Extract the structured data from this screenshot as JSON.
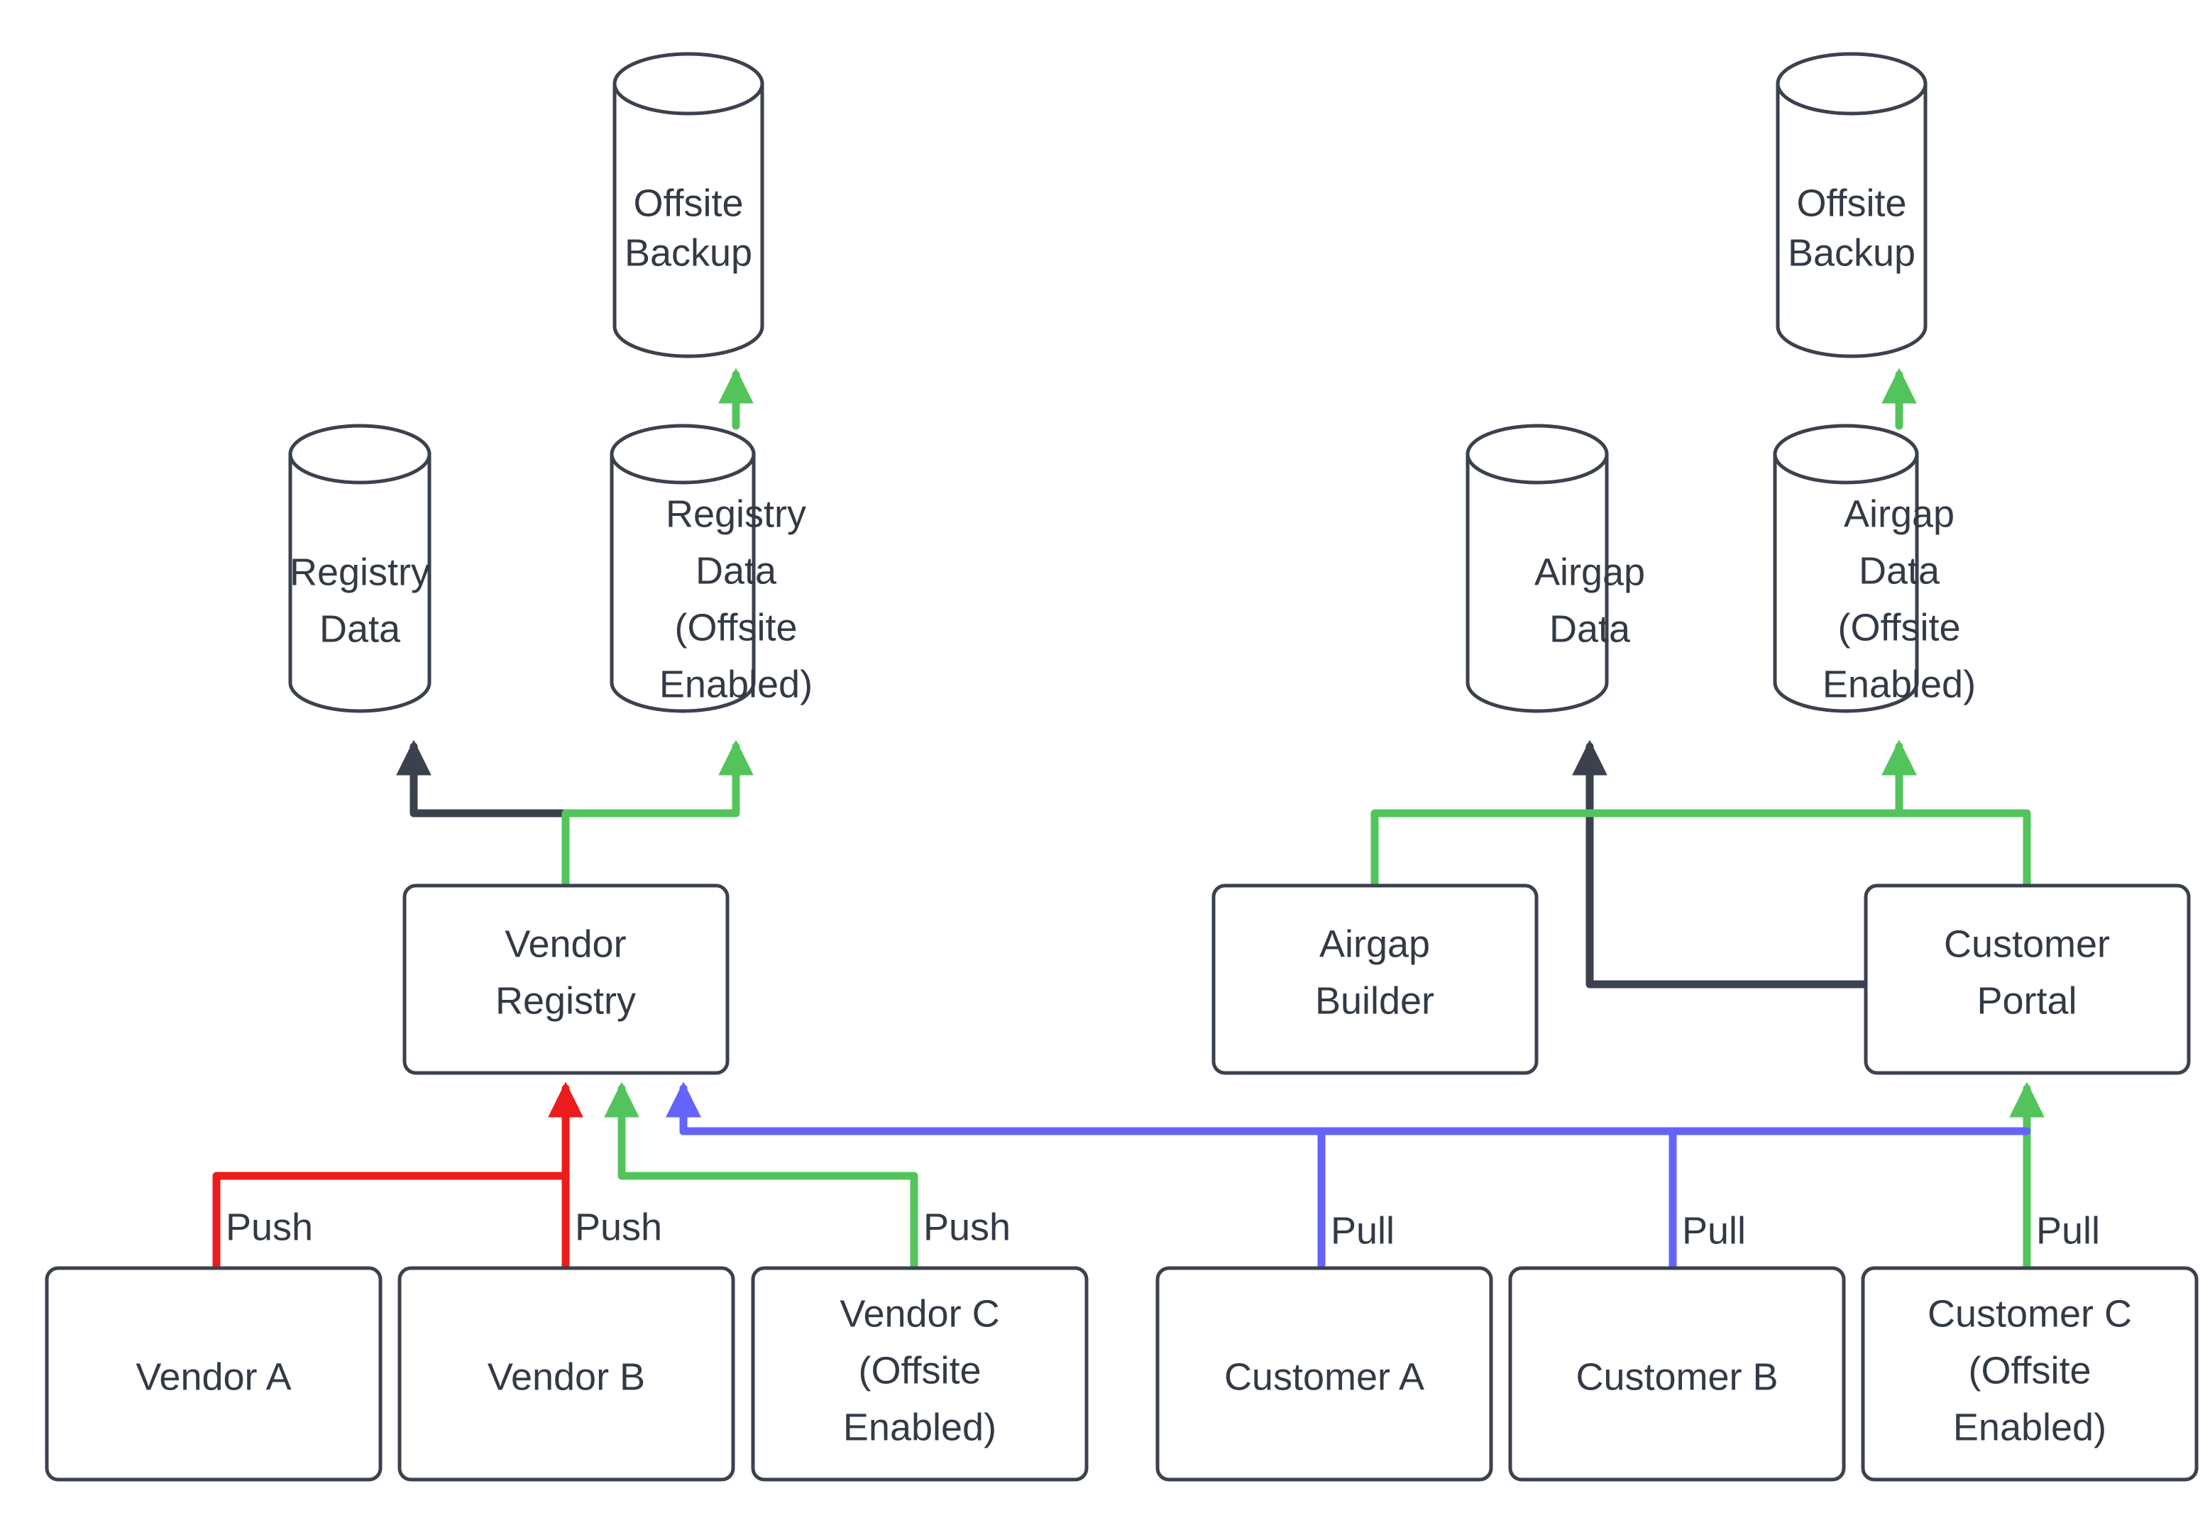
{
  "diagram": {
    "type": "flowchart",
    "title": "",
    "background": "#ffffff",
    "colors": {
      "node_stroke": "#3b414d",
      "node_fill": "#ffffff",
      "text": "#333a45",
      "edge_dark": "#3b414d",
      "edge_green": "#53c45c",
      "edge_red": "#ed1c1c",
      "edge_blue": "#6464fa"
    },
    "nodes": [
      {
        "id": "offsite-backup-left",
        "shape": "cylinder",
        "lines": [
          "Offsite",
          "Backup"
        ]
      },
      {
        "id": "offsite-backup-right",
        "shape": "cylinder",
        "lines": [
          "Offsite",
          "Backup"
        ]
      },
      {
        "id": "registry-data",
        "shape": "cylinder",
        "lines": [
          "Registry",
          "Data"
        ]
      },
      {
        "id": "registry-data-offsite",
        "shape": "cylinder",
        "lines": [
          "Registry",
          "Data",
          "(Offsite",
          "Enabled)"
        ]
      },
      {
        "id": "airgap-data",
        "shape": "cylinder",
        "lines": [
          "Airgap",
          "Data"
        ]
      },
      {
        "id": "airgap-data-offsite",
        "shape": "cylinder",
        "lines": [
          "Airgap",
          "Data",
          "(Offsite",
          "Enabled)"
        ]
      },
      {
        "id": "vendor-registry",
        "shape": "box",
        "lines": [
          "Vendor",
          "Registry"
        ]
      },
      {
        "id": "airgap-builder",
        "shape": "box",
        "lines": [
          "Airgap",
          "Builder"
        ]
      },
      {
        "id": "customer-portal",
        "shape": "box",
        "lines": [
          "Customer",
          "Portal"
        ]
      },
      {
        "id": "vendor-a",
        "shape": "box",
        "lines": [
          "Vendor A"
        ]
      },
      {
        "id": "vendor-b",
        "shape": "box",
        "lines": [
          "Vendor B"
        ]
      },
      {
        "id": "vendor-c",
        "shape": "box",
        "lines": [
          "Vendor C",
          "(Offsite",
          "Enabled)"
        ]
      },
      {
        "id": "customer-a",
        "shape": "box",
        "lines": [
          "Customer A"
        ]
      },
      {
        "id": "customer-b",
        "shape": "box",
        "lines": [
          "Customer B"
        ]
      },
      {
        "id": "customer-c",
        "shape": "box",
        "lines": [
          "Customer C",
          "(Offsite",
          "Enabled)"
        ]
      }
    ],
    "edges": [
      {
        "id": "e-regoffsite-backup",
        "from": "registry-data-offsite",
        "to": "offsite-backup-left",
        "color": "green",
        "label": ""
      },
      {
        "id": "e-agoffsite-backup",
        "from": "airgap-data-offsite",
        "to": "offsite-backup-right",
        "color": "green",
        "label": ""
      },
      {
        "id": "e-vr-regdata",
        "from": "vendor-registry",
        "to": "registry-data",
        "color": "dark",
        "label": ""
      },
      {
        "id": "e-vr-regdataoff",
        "from": "vendor-registry",
        "to": "registry-data-offsite",
        "color": "green",
        "label": ""
      },
      {
        "id": "e-cp-airgapdata",
        "from": "customer-portal",
        "to": "airgap-data",
        "color": "dark",
        "label": ""
      },
      {
        "id": "e-ab-airgapdataoff",
        "from": "airgap-builder",
        "to": "airgap-data-offsite",
        "color": "green",
        "label": ""
      },
      {
        "id": "e-cp-airgapdataoff",
        "from": "customer-portal",
        "to": "airgap-data-offsite",
        "color": "green",
        "label": ""
      },
      {
        "id": "e-va-vr",
        "from": "vendor-a",
        "to": "vendor-registry",
        "color": "red",
        "label": "Push"
      },
      {
        "id": "e-vb-vr",
        "from": "vendor-b",
        "to": "vendor-registry",
        "color": "red",
        "label": "Push"
      },
      {
        "id": "e-vc-vr",
        "from": "vendor-c",
        "to": "vendor-registry",
        "color": "green",
        "label": "Push"
      },
      {
        "id": "e-ca-vr",
        "from": "customer-a",
        "to": "vendor-registry",
        "color": "blue",
        "label": "Pull"
      },
      {
        "id": "e-cb-vr",
        "from": "customer-b",
        "to": "vendor-registry",
        "color": "blue",
        "label": "Pull"
      },
      {
        "id": "e-cc-cp",
        "from": "customer-c",
        "to": "customer-portal",
        "color": "green",
        "label": "Pull"
      }
    ],
    "edge_labels": {
      "push_1": "Push",
      "push_2": "Push",
      "push_3": "Push",
      "pull_1": "Pull",
      "pull_2": "Pull",
      "pull_3": "Pull"
    },
    "text": {
      "offsite": "Offsite",
      "backup": "Backup",
      "registry": "Registry",
      "data": "Data",
      "airgap": "Airgap",
      "offsite_open": "(Offsite",
      "enabled_close": "Enabled)",
      "vendor": "Vendor",
      "registry_word": "Registry",
      "builder": "Builder",
      "customer": "Customer",
      "portal": "Portal",
      "vendor_a": "Vendor A",
      "vendor_b": "Vendor B",
      "vendor_c": "Vendor C",
      "customer_a": "Customer A",
      "customer_b": "Customer B",
      "customer_c": "Customer C"
    }
  }
}
